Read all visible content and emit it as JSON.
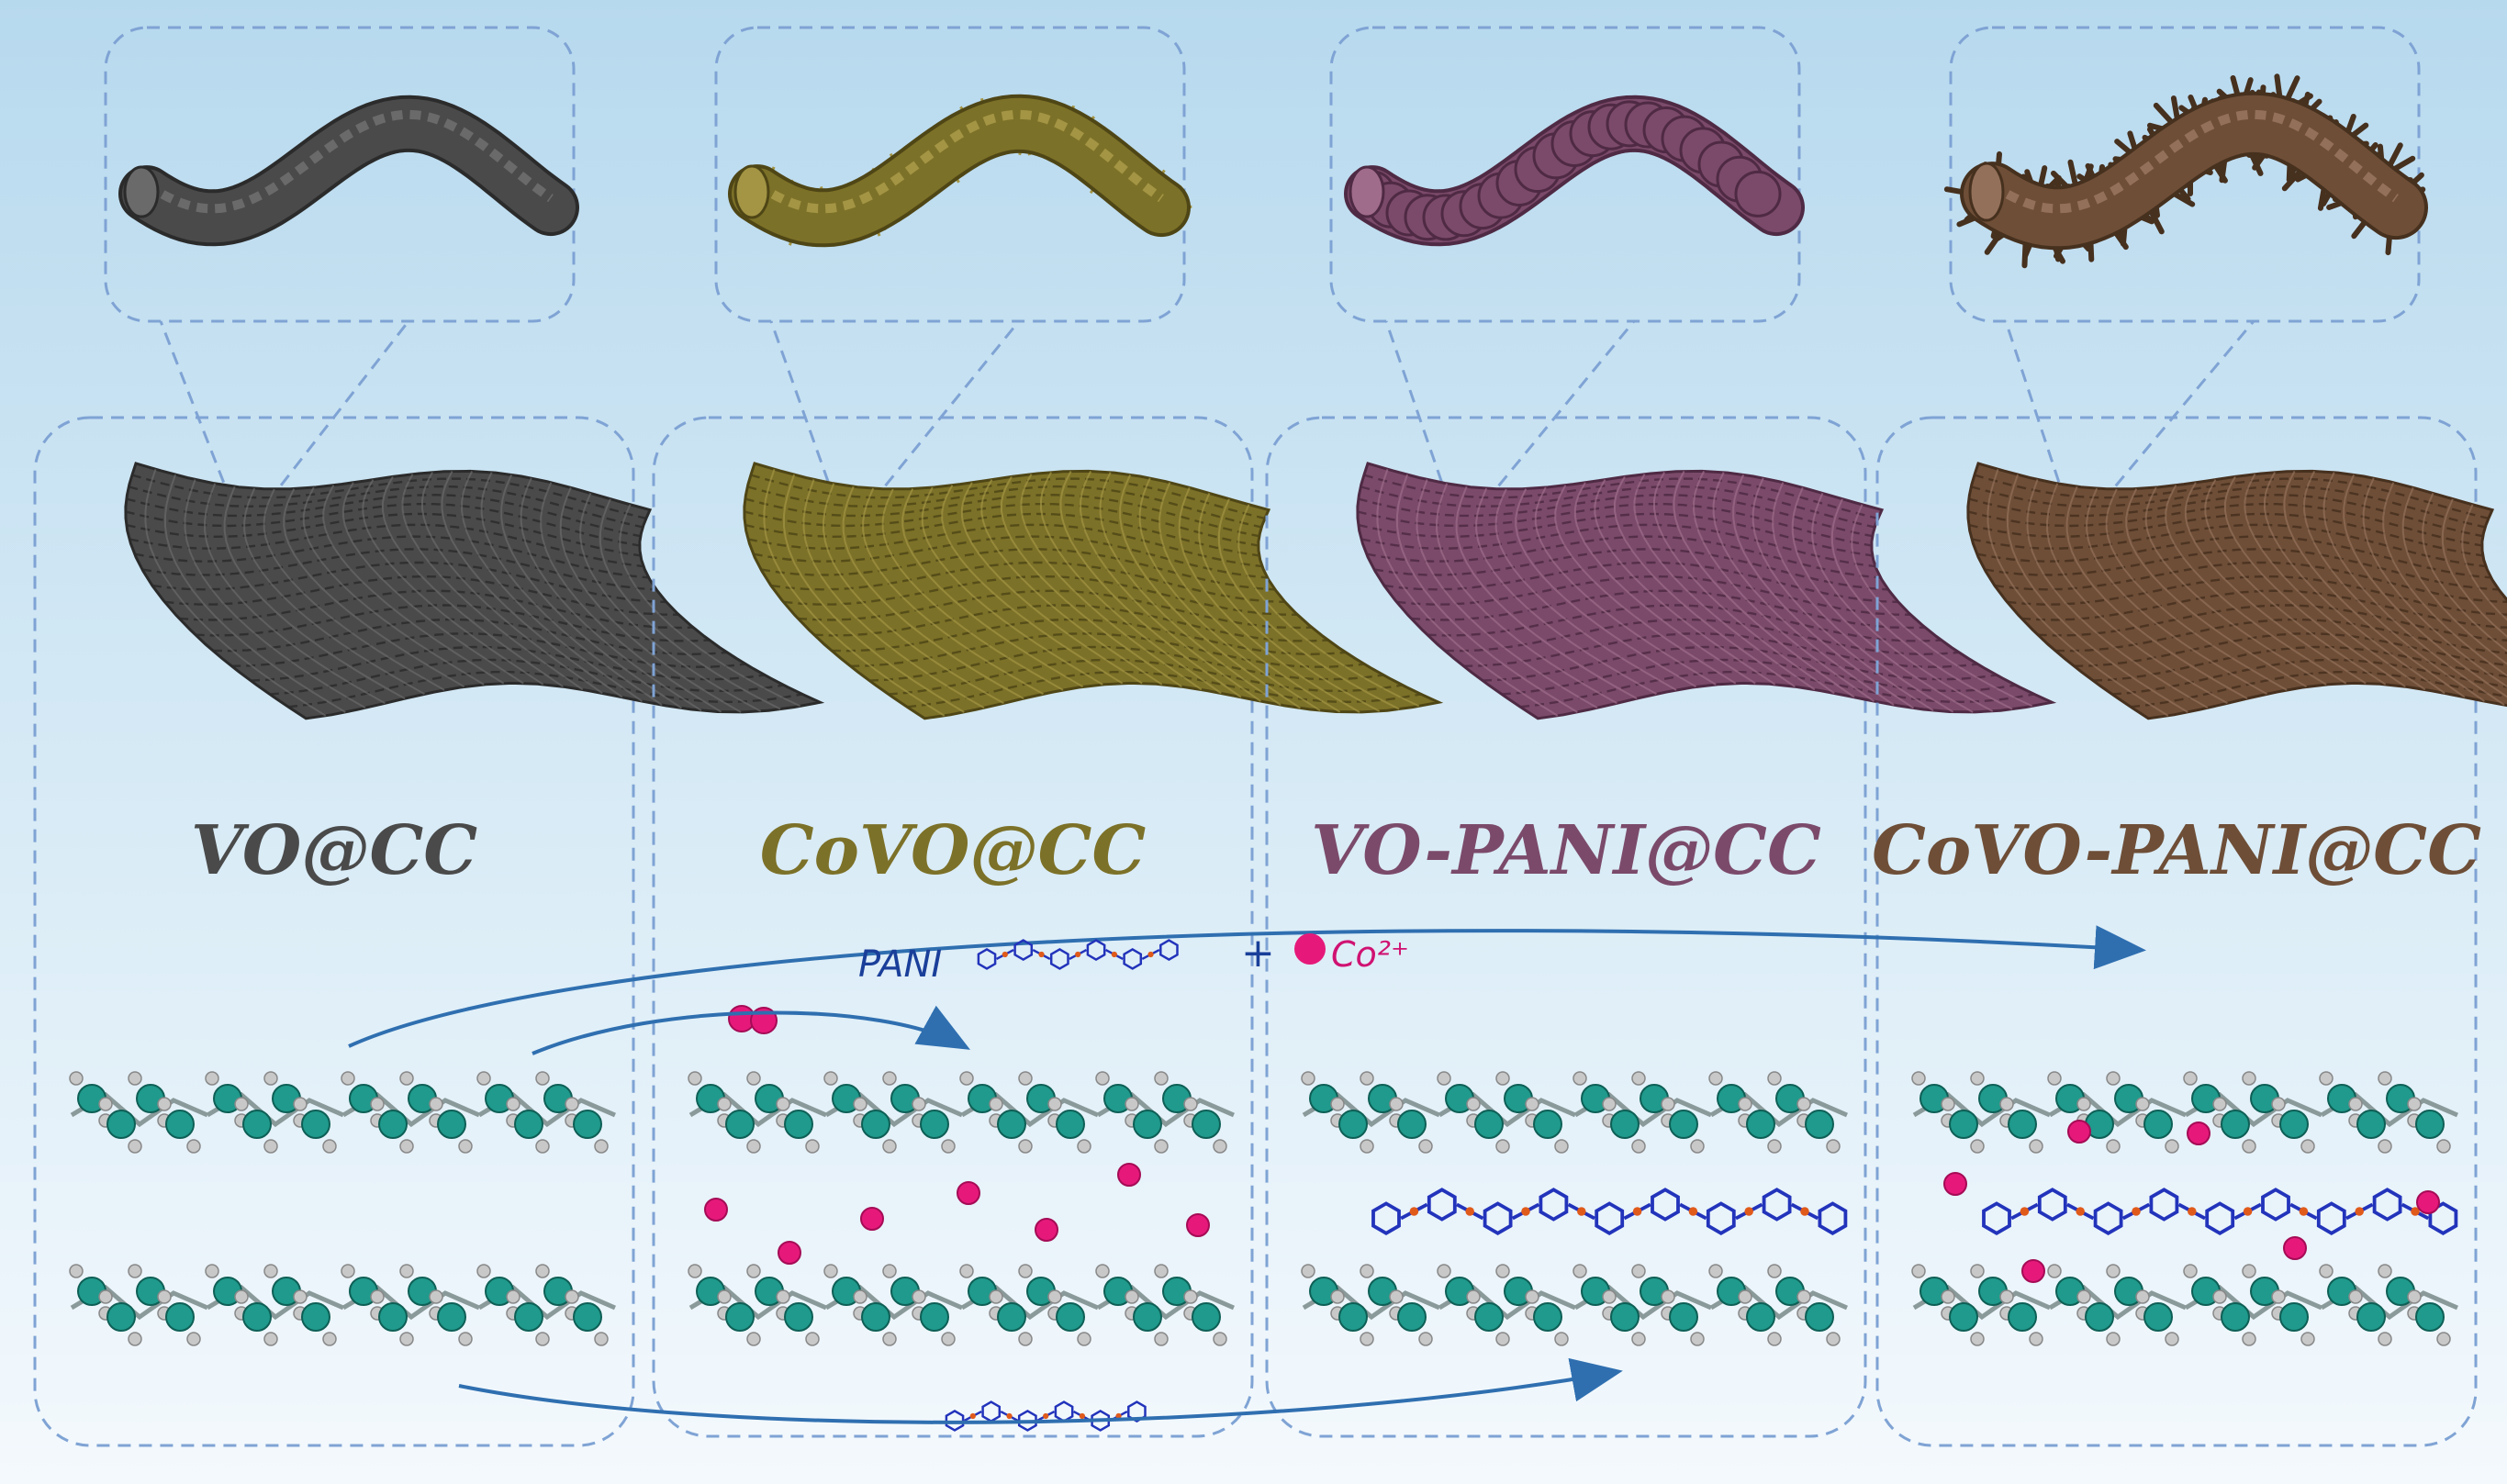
{
  "panels": [
    {
      "label": "VO@CC",
      "color": "#4a4a4a",
      "dark": "#2b2b2b",
      "light": "#6a6a6a",
      "fiber": "smooth",
      "ions": false,
      "pani": false
    },
    {
      "label": "CoVO@CC",
      "color": "#7c7128",
      "dark": "#4f4616",
      "light": "#a39544",
      "fiber": "bristle",
      "ions": true,
      "pani": false
    },
    {
      "label": "VO-PANI@CC",
      "color": "#7b4a6a",
      "dark": "#4f2a44",
      "light": "#a06c8c",
      "fiber": "beads",
      "ions": false,
      "pani": true
    },
    {
      "label": "CoVO-PANI@CC",
      "color": "#6e4e37",
      "dark": "#46301e",
      "light": "#93705a",
      "fiber": "spiky",
      "ions": true,
      "pani": true
    }
  ],
  "legend": {
    "pani_label": "PANI",
    "plus": "+",
    "ion_label": "Co²⁺"
  },
  "colors": {
    "ion": "#e6197a",
    "vanadium": "#1f9a8c",
    "oxygen": "#c8c8c8",
    "pani_n": "#2233bb",
    "pani_o": "#e05a1a",
    "dash": "#7fa3d4",
    "arrow": "#2f6fb0"
  }
}
